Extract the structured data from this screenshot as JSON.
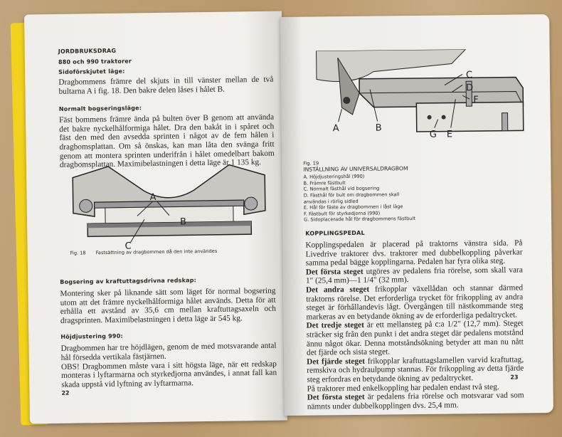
{
  "left_page": {
    "heading": "JORDBRUKSDRAG",
    "subheading": "880 och 990 traktorer",
    "sections": [
      {
        "title": "Sidoförskjutet läge:",
        "text": "Dragbommens främre del skjuts in till vänster mellan de två bultarna A i fig. 18. Den bakre delen låses i hålet B."
      },
      {
        "title": "Normalt bogseringsläge:",
        "text": "Fäst bommens främre ända på bulten över B genom att använda det bakre nyckelhålformiga hålet. Dra den bakåt in i spåret och fäst den med den avsedda sprinten i något av de fem hålen i dragbomsplattan. Om så önskas, kan man låta den svänga fritt genom att montera sprinten underifrån i hålet omedelbart bakom dragbomsplattan. Maximibelastningen i detta läge är 1 135 kg."
      },
      {
        "title": "Bogsering av kraftuttagsdrivna redskap:",
        "text": "Montering sker på liknande sätt som läget för normal bogsering utom att det främre nyckelhålformiga hålet används. Detta för att erhålla ett avstånd av 35,6 cm mellan kraftuttagsaxeln och dragsprinten. Maximibelastningen i detta läge är 545 kg."
      },
      {
        "title": "Höjdjustering 990:",
        "text": "Dragbommen har tre höjdlägen, genom de med motsvarande antal hål försedda vertikala fästjärnen.",
        "text2": "OBS! Dragbommen måste vara i sitt högsta läge, när ett redskap monteras i lyftarmarna och styrkedjorna användes, i annat fall kan skada uppstå vid lyftning av lyftarmarna."
      }
    ],
    "figure": {
      "number": "Fig. 18",
      "caption": "Fastsättning av dragbommen då den inte användes",
      "labels": [
        "A",
        "B",
        "C"
      ]
    },
    "page_number": "22"
  },
  "right_page": {
    "figure": {
      "number": "Fig. 19",
      "title": "INSTÄLLNING AV UNIVERSALDRAGBOM",
      "labels": [
        "A",
        "B",
        "C",
        "D",
        "E",
        "F",
        "G"
      ],
      "legend": [
        {
          "key": "A.",
          "text": "Höjdjusteringshål (990)"
        },
        {
          "key": "B.",
          "text": "Främre fästbult"
        },
        {
          "key": "C.",
          "text": "Normalt fästhål vid bogsering"
        },
        {
          "key": "D.",
          "text": "Fästhål för bult om dragbommen skall användas i rörlig sidled"
        },
        {
          "key": "E.",
          "text": "Hål för fäste av dragbommen i låst läge"
        },
        {
          "key": "F.",
          "text": "Fästbult för styrkedjorna (990)"
        },
        {
          "key": "G.",
          "text": "Sidoplacerade hål för dragbommens fästbult"
        }
      ]
    },
    "heading": "KOPPLINGSPEDAL",
    "intro": "Kopplingspedalen är placerad på traktorns vänstra sida. På Livedrive traktorer dvs. traktorer med dubbelkoppling påverkar samma pedal bägge kopplingarna. Pedalen har fyra olika steg.",
    "steps": [
      {
        "bold": "Det första steget",
        "text": " utgöres av pedalens fria rörelse, som skall vara 1\" (25,4 mm)—1 1/4\" (32 mm)."
      },
      {
        "bold": "Det andra steget",
        "text": " frikopplar växellådan och stannar därmed traktorns rörelse. Det erforderliga trycket för frikoppling av andra steget är förhållandevis lågt. Övergången till nästkommande steg markeras av en betydande ökning av de erforderliga pedaltrycket."
      },
      {
        "bold": "Det tredje steget",
        "text": " är ett mellansteg på c:a 1/2\" (12,7 mm). Steget sträcker sig från den punkt i det andra steget där pedalens motstånd ännu något ökar. Denna motståndsökning betyder att man nu nått det fjärde och sista steget."
      },
      {
        "bold": "Det fjärde steget",
        "text": " frikopplar kraftuttagslamellen varvid kraftuttag, remskiva och hydraulpump stannas. För frikoppling av detta fjärde steg erfordras en betydande ökning av pedaltrycket."
      },
      {
        "bold": "",
        "text": "På traktorer med enkelkoppling har pedalen endast två steg."
      },
      {
        "bold": "Det första steget",
        "text": " är pedalens fria rörelse och motsvarar vad som nämnts under dubbelkopplingen dvs. 25,4 mm."
      }
    ],
    "page_number": "23"
  }
}
